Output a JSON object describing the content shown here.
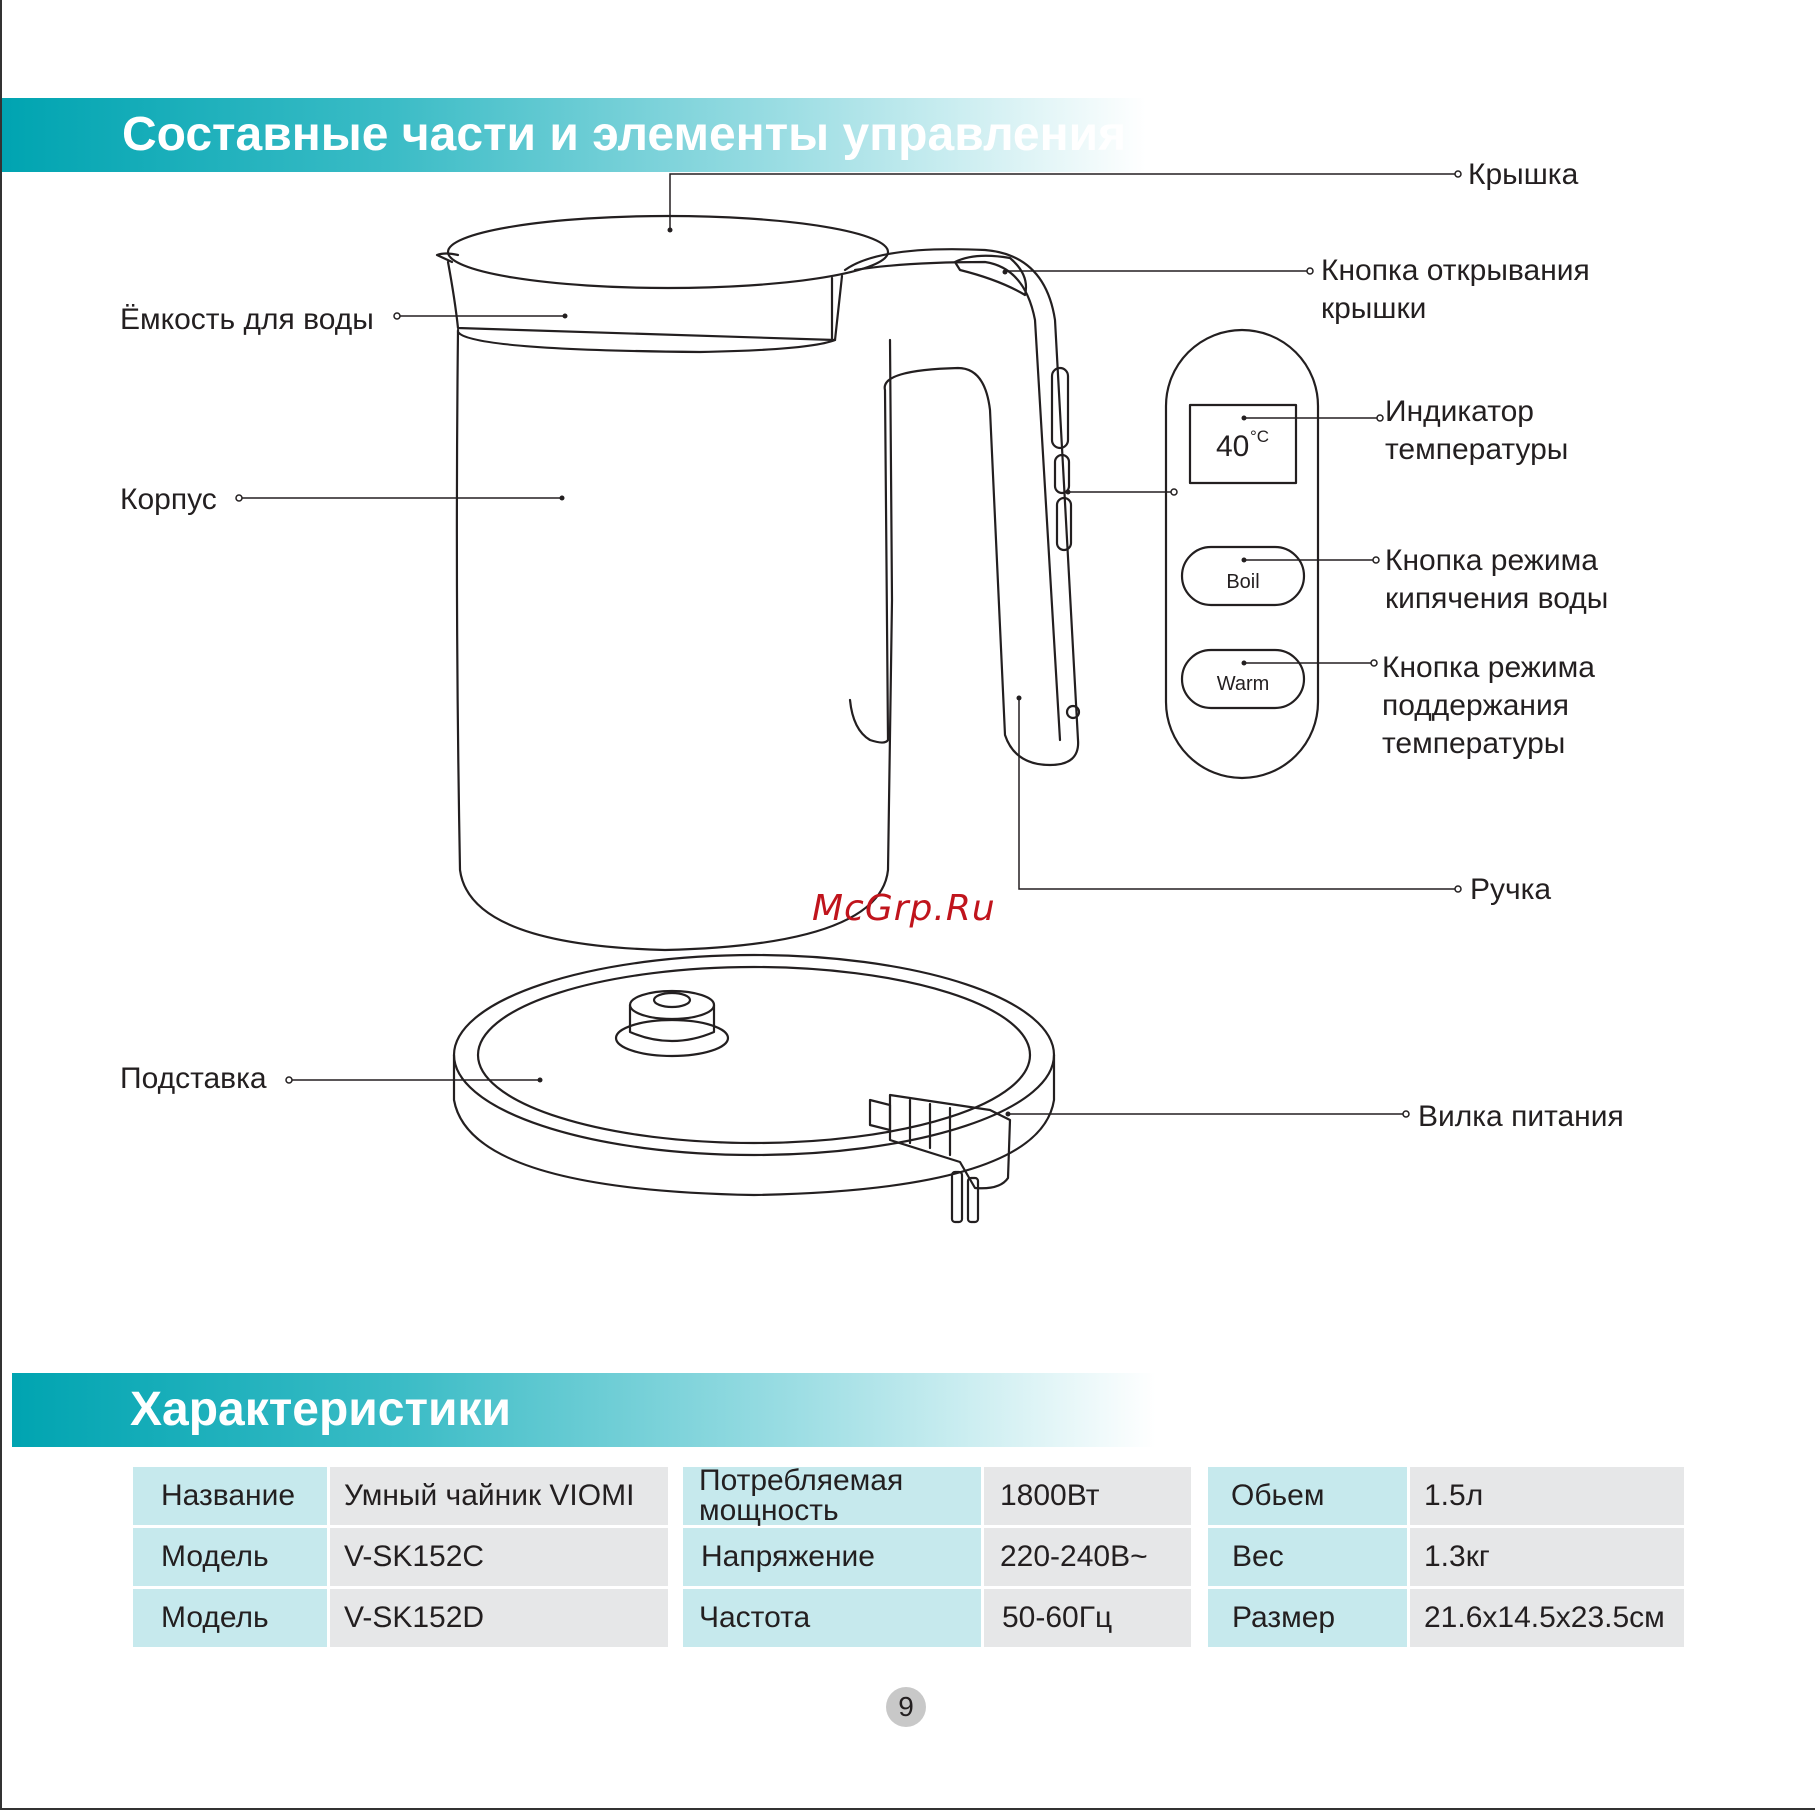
{
  "sections": {
    "parts_title": "Составные части и элементы управления",
    "specs_title": "Характеристики"
  },
  "labels": {
    "lid": "Крышка",
    "lid_button_line1": "Кнопка открывания",
    "lid_button_line2": "крышки",
    "water_tank": "Ёмкость для воды",
    "temp_indicator_line1": "Индикатор",
    "temp_indicator_line2": "температуры",
    "body": "Корпус",
    "boil_button_line1": "Кнопка режима",
    "boil_button_line2": "кипячения воды",
    "warm_button_line1": "Кнопка режима",
    "warm_button_line2": "поддержания",
    "warm_button_line3": "температуры",
    "handle": "Ручка",
    "base": "Подставка",
    "plug": "Вилка питания"
  },
  "control_panel": {
    "temperature_value": "40",
    "temperature_unit": "°C",
    "boil_label": "Boil",
    "warm_label": "Warm"
  },
  "watermark": "McGrp.Ru",
  "specs": {
    "col1": [
      {
        "key": "Название",
        "value": "Умный чайник VIOMI"
      },
      {
        "key": "Модель",
        "value": "V-SK152C"
      },
      {
        "key": "Модель",
        "value": "V-SK152D"
      }
    ],
    "col2": [
      {
        "key_line1": "Потребляемая",
        "key_line2": "мощность",
        "value": "1800Вт"
      },
      {
        "key": "Напряжение",
        "value": "220-240В~"
      },
      {
        "key": "Частота",
        "value": "50-60Гц"
      }
    ],
    "col3": [
      {
        "key": "Обьем",
        "value": "1.5л"
      },
      {
        "key": "Вес",
        "value": "1.3кг"
      },
      {
        "key": "Размер",
        "value": "21.6x14.5x23.5см"
      }
    ]
  },
  "page_number": "9",
  "colors": {
    "banner_teal": "#00a4b1",
    "spec_key_bg": "#c6e9ed",
    "spec_val_bg": "#e6e7e8",
    "watermark_red": "#c0141c"
  }
}
